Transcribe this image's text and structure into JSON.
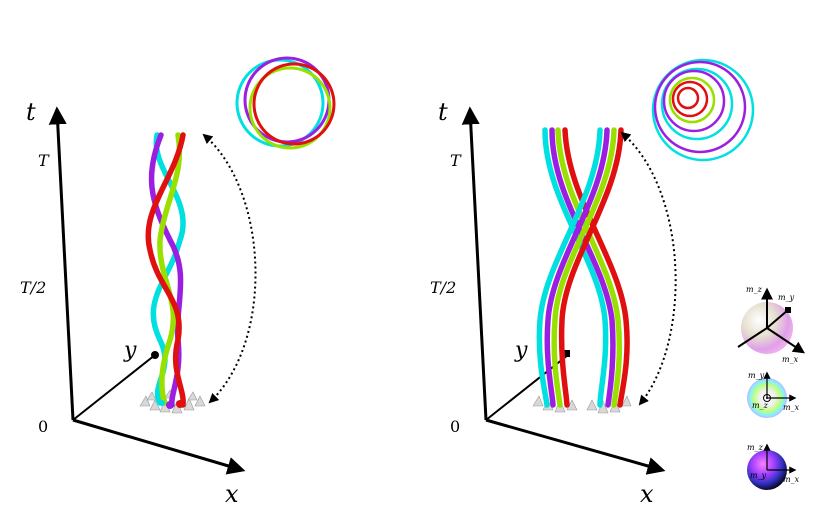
{
  "panels": [
    {
      "id": "left",
      "axes": {
        "t": "t",
        "x": "x",
        "y": "y"
      },
      "ticks": {
        "zero": "0",
        "half": "T/2",
        "full": "T"
      },
      "strands": [
        {
          "color": "#00e5e5"
        },
        {
          "color": "#9b1fe0"
        },
        {
          "color": "#99e000"
        },
        {
          "color": "#e01010"
        }
      ],
      "braid": "tight-twist",
      "inset": "interlocking-orbits"
    },
    {
      "id": "right",
      "axes": {
        "t": "t",
        "x": "x",
        "y": "y"
      },
      "ticks": {
        "zero": "0",
        "half": "T/2",
        "full": "T"
      },
      "strands": [
        {
          "color": "#00e5e5"
        },
        {
          "color": "#9b1fe0"
        },
        {
          "color": "#99e000"
        },
        {
          "color": "#e01010"
        }
      ],
      "braid": "bundle-crossing",
      "inset": "nested-orbits"
    }
  ],
  "legend": {
    "spheres": [
      {
        "name": "sphere-3d",
        "labels": {
          "z": "m_z",
          "y": "m_y",
          "x": "m_x"
        }
      },
      {
        "name": "sphere-top",
        "labels": {
          "y": "m_y",
          "x": "m_x",
          "z": "m_z"
        }
      },
      {
        "name": "sphere-side",
        "labels": {
          "z": "m_z",
          "x": "m_x",
          "y": "m_y"
        }
      }
    ]
  },
  "colors": {
    "axis": "#000000",
    "cyan": "#00e5e5",
    "purple": "#9b1fe0",
    "lime": "#99e000",
    "red": "#e01010"
  }
}
